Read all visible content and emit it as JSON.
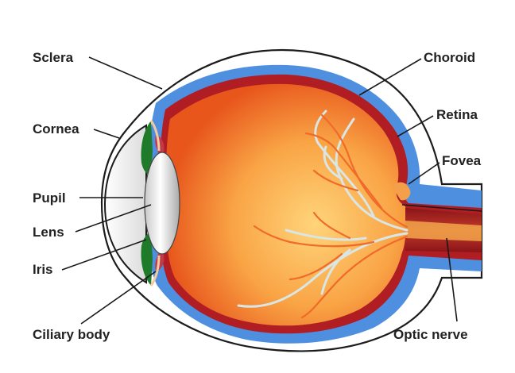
{
  "labels": {
    "sclera": "Sclera",
    "cornea": "Cornea",
    "pupil": "Pupil",
    "lens": "Lens",
    "iris": "Iris",
    "ciliary_body": "Ciliary body",
    "choroid": "Choroid",
    "retina": "Retina",
    "fovea": "Fovea",
    "optic_nerve": "Optic nerve"
  },
  "colors": {
    "sclera_white": "#ffffff",
    "outline": "#1c1c1c",
    "choroid_blue": "#4f8fe0",
    "retina_red": "#b01e24",
    "vitreous_light": "#ffd27a",
    "vitreous_dark": "#e8561c",
    "iris_green": "#1f7a2a",
    "lens_gray": "#d6d6d6",
    "vessel_orange": "#f06a2a",
    "vessel_pale": "#dbe6e6"
  }
}
